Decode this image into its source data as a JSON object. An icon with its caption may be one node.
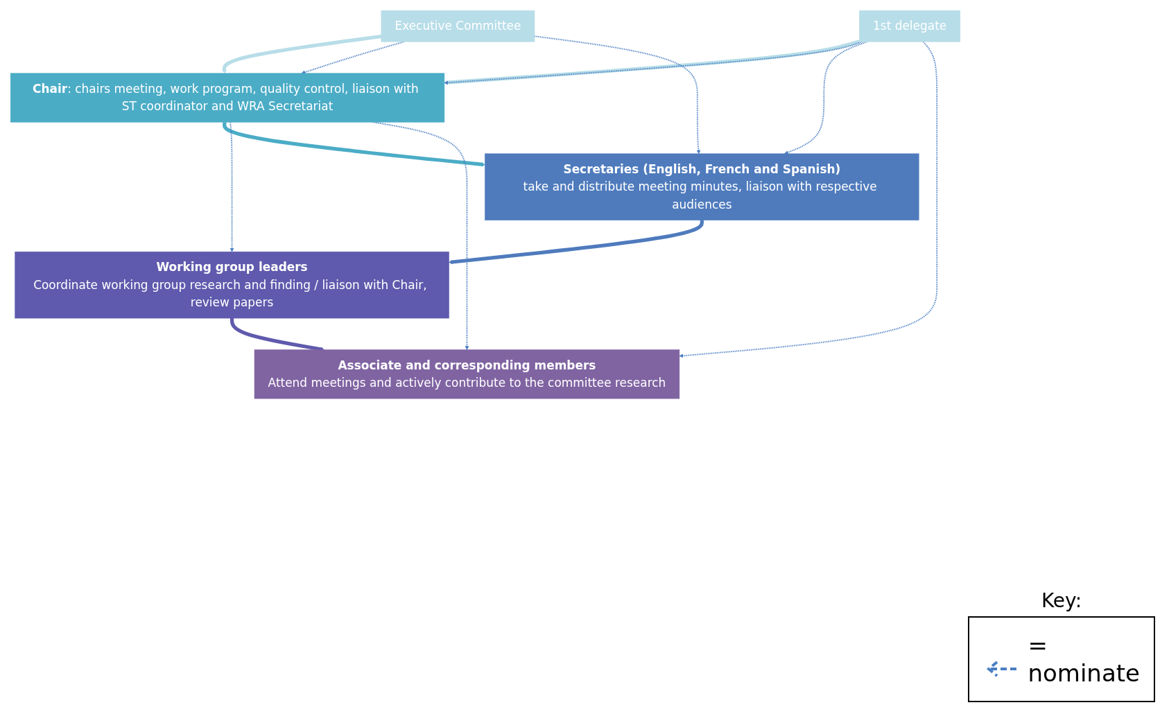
{
  "diagram": {
    "nodes": [
      {
        "text": [
          "Executive Committee"
        ]
      },
      {
        "text": [
          "1st delegate"
        ]
      },
      {
        "text": [
          "**Chair**: chairs meeting, work program, quality control, liaison with ST coordinator and WRA Secretariat"
        ]
      },
      {
        "text": [
          "Secretaries (English, French and Spanish)",
          "take and distribute meeting minutes, liaison with respective audiences"
        ]
      },
      {
        "text": [
          "Working group leaders",
          "Coordinate working group research and finding / liaison with Chair, review papers"
        ]
      },
      {
        "text": [
          "Associate and corresponding members",
          "Attend meetings and actively contribute to the committee research"
        ]
      }
    ],
    "edges": [
      {
        "from": 0,
        "to": 2,
        "arrow": "to",
        "style": "thick",
        "color": "#b7dde8"
      },
      {
        "from": 1,
        "to": 2,
        "arrow": "to",
        "style": "thick",
        "color": "#b7dde8"
      },
      {
        "from": 2,
        "to": 3,
        "arrow": "to",
        "style": "thick",
        "color": "#4bacc6"
      },
      {
        "from": 3,
        "to": 4,
        "arrow": "to",
        "style": "thick",
        "color": "#4f7bbd"
      },
      {
        "from": 4,
        "to": 5,
        "arrow": "to",
        "style": "thick",
        "color": "#5f5aad"
      },
      {
        "from": 0,
        "to": 2,
        "arrow": "to",
        "style": "dashed"
      },
      {
        "from": 0,
        "to": 3,
        "arrow": "to",
        "style": "dashed"
      },
      {
        "from": 1,
        "to": 2,
        "arrow": "to",
        "style": "dashed"
      },
      {
        "from": 1,
        "to": 3,
        "arrow": "to",
        "style": "dashed"
      },
      {
        "from": 1,
        "to": 5,
        "arrow": "to",
        "style": "dashed"
      },
      {
        "from": 2,
        "to": 4,
        "arrow": "to",
        "style": "dashed"
      },
      {
        "from": 2,
        "to": 5,
        "arrow": "to",
        "style": "dashed"
      }
    ],
    "labels": [
      "Key:"
    ],
    "legend": [
      {
        "text": "= nominate"
      }
    ]
  }
}
